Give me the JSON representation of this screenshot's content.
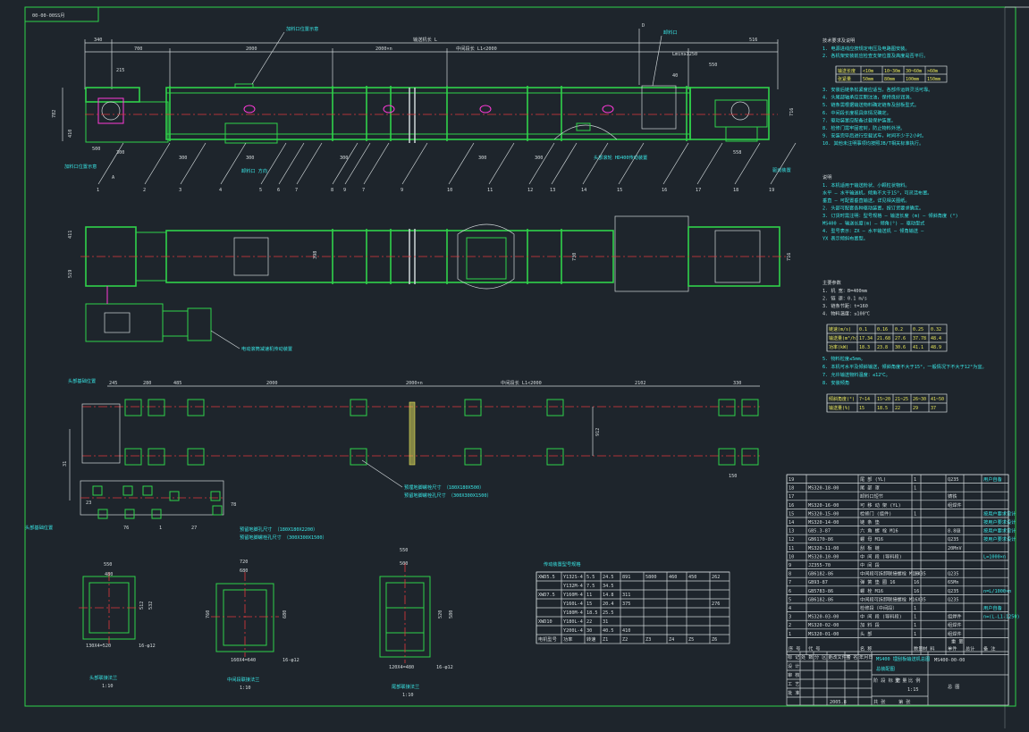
{
  "drawing": {
    "code_box": "00-00-00SS月",
    "overall_length": "输送机长 L",
    "dims_top": [
      "340",
      "700",
      "2000",
      "2000×n",
      "中间段长 L1<2000",
      "516"
    ],
    "left_dims": [
      "782",
      "410"
    ],
    "right_dims": [
      "716",
      "40"
    ],
    "dim_L_min": "Lmin≥1250",
    "dim_D": "D",
    "small_dims": [
      "500",
      "300",
      "300",
      "300",
      "300",
      "300",
      "300",
      "558",
      "550",
      "215"
    ],
    "part_numbers_top": [
      "1",
      "2",
      "3",
      "4",
      "5",
      "6",
      "7",
      "8",
      "9",
      "7",
      "9",
      "10",
      "11",
      "12",
      "13",
      "14",
      "15",
      "16",
      "17",
      "18",
      "19"
    ],
    "callouts_top": [
      "加料口位置示意",
      "卸料口",
      "卸料口 方向",
      "中间段",
      "检修门",
      "头部滚轮 HD400传动装置",
      "驱动装置",
      "Ⅰ",
      "A"
    ],
    "plan_dims": [
      "411",
      "519",
      "398",
      "730",
      "716"
    ],
    "plan_callout": "电动滚筒减速机传动装置",
    "foundation_dims": [
      "245",
      "280",
      "485",
      "2000",
      "2000×n",
      "中间段长 L1<2000",
      "2102",
      "330",
      "912",
      "31",
      "150"
    ],
    "foundation_callout": "头部基础位置",
    "foundation_notes": [
      "预埋地脚螺栓尺寸 （180X180X500）",
      "预留地脚螺栓孔尺寸 （300X300X1500）",
      "预留地脚孔尺寸 （180X180X2200）"
    ],
    "detail_dims": [
      "23",
      "76",
      "1",
      "27",
      "78"
    ],
    "detail_left_label": "头部基础位置",
    "views": [
      {
        "name": "头部联接法兰",
        "scale": "1:10",
        "dims": [
          "550",
          "480",
          "512",
          "532",
          "130X4=520",
          "16-φ12"
        ]
      },
      {
        "name": "中间段联接法兰",
        "scale": "1:10",
        "dims": [
          "720",
          "680",
          "680",
          "760",
          "160X4=640",
          "16-φ12"
        ]
      },
      {
        "name": "尾部联接法兰",
        "scale": "1:10",
        "dims": [
          "550",
          "500",
          "520",
          "580",
          "120X4=480",
          "16-φ12"
        ]
      }
    ],
    "motor_table": {
      "title": "传动装置型号规格",
      "rows": [
        [
          "XWD5.5",
          "Y132S-4",
          "5.5",
          "24.5",
          "891",
          "5800",
          "460",
          "450",
          "262"
        ],
        [
          "",
          "Y132M-4",
          "7.5",
          "34.5",
          "",
          "",
          "",
          "",
          ""
        ],
        [
          "XWD7.5",
          "Y160M-4",
          "11",
          "14.8",
          "311",
          "",
          "",
          "",
          ""
        ],
        [
          "",
          "Y160L-4",
          "15",
          "20.4",
          "375",
          "",
          "",
          "",
          "276"
        ],
        [
          "",
          "Y180M-4",
          "18.5",
          "25.5",
          "",
          "",
          "",
          "",
          ""
        ],
        [
          "XWD10",
          "Y180L-4",
          "22",
          "31",
          "",
          "",
          "",
          "",
          ""
        ],
        [
          "",
          "Y200L-4",
          "30",
          "40.5",
          "410",
          "",
          "",
          "",
          ""
        ],
        [
          "电机型号",
          "功率",
          "转速",
          "Z1",
          "Z2",
          "Z3",
          "Z4",
          "Z5",
          "Z6"
        ]
      ]
    },
    "tech_req": {
      "title": "技术要求及说明",
      "items": [
        "1. 电源进线应按规定电压及电路图安装。",
        "2. 各机架安装前应检查支架位置及高度是否平行。",
        "3. 安装后链条松紧度应适当，各部件运转灵活可靠。",
        "4. 头尾部轴承应定期注油，保持良好润滑。",
        "5. 链条需根据输送物料确定链条及刮板型式。",
        "6. 中间段长度视具体情况确定。",
        "7. 驱动装置应配备过载保护装置。",
        "8. 检修门需牢固密封，防止物料外泄。",
        "9. 安装完毕后进行空载试车，时间不少于2小时。",
        "10. 其他未注明事项均按照JB/T相关标准执行。"
      ],
      "tension_table": {
        "header": [
          "输送长度",
          "<10m",
          "10~30m",
          "30~60m",
          ">60m"
        ],
        "row": [
          "张紧量",
          "50mm",
          "80mm",
          "100mm",
          "150mm"
        ]
      }
    },
    "notes2": {
      "title": "说明",
      "items": [
        "1. 本机适用于输送粉状、小颗粒状物料。",
        "   水平 — 水平输送机，倾角不大于15°，可灵活布置。",
        "   垂直 — 可配置垂直输送，详见相关图纸。",
        "2. 头部可配套各种驱动装置，按订货要求确定。",
        "3. 订货时需注明：型号规格 — 输送长度 (m) — 倾斜角度 (°)",
        "   MS400 — 输送长度(m) — 倾角(°) — 驱动型式",
        "4. 型号表示：ZX — 水平输送机 — 倾角输送 —",
        "   YX 表示倾斜布置型。"
      ]
    },
    "params": {
      "title": "主要参数",
      "items": [
        "1. 机 宽：B=400mm",
        "2. 链 速：0.1 m/s",
        "3. 链条节距：t=160",
        "4. 物料温度：≤100℃"
      ],
      "table": {
        "header": [
          "链速(m/s)",
          "0.1",
          "0.16",
          "0.2",
          "0.25",
          "0.32"
        ],
        "rows": [
          [
            "输送量(m³/h)",
            "17.34",
            "21.68",
            "27.6",
            "37.78",
            "48.4"
          ],
          [
            "功率(kW)",
            "18.3",
            "23.8",
            "30.6",
            "41.1",
            "48.9"
          ]
        ]
      },
      "items2": [
        "5. 物料粒度≤5mm。",
        "6. 本机可水平及倾斜输送，倾斜角度不大于15°，一般情况下不大于12°为宜。",
        "7. 允许输送物料温度：≤12℃。",
        "8. 安装倾角"
      ],
      "table2": {
        "header": [
          "倾斜角度(°)",
          "7~14",
          "15~20",
          "21~25",
          "26~30",
          "41~50"
        ],
        "row": [
          "输送量(%)",
          "15",
          "18.5",
          "22",
          "29",
          "37"
        ]
      }
    },
    "bom": [
      [
        "19",
        "",
        "尾 部 (YL)",
        "1",
        "",
        "Q235",
        "",
        "用户自备"
      ],
      [
        "18",
        "MS320-18-00",
        "尾 部 罩",
        "1",
        "",
        "",
        "",
        ""
      ],
      [
        "17",
        "",
        "卸料口短节",
        "",
        "",
        "铸铁",
        "",
        ""
      ],
      [
        "16",
        "MS320-16-00",
        "可 移 动 架 (YL)",
        "",
        "",
        "组焊件",
        "",
        ""
      ],
      [
        "15",
        "MS320-15-00",
        "检修门 (组件)",
        "1",
        "",
        "",
        "",
        "按用户要求设计"
      ],
      [
        "14",
        "MS320-14-00",
        "链 条 垫",
        "",
        "",
        "",
        "",
        "按用户要求设计"
      ],
      [
        "13",
        "GB5.3-87",
        "六 角 螺 栓 M16",
        "",
        "",
        "8.8级",
        "",
        "按用户要求设计"
      ],
      [
        "12",
        "GB6170-86",
        "螺 母 M16",
        "",
        "",
        "Q235",
        "",
        "按用户要求设计"
      ],
      [
        "11",
        "MS320-11-00",
        "刮 板 链",
        "",
        "",
        "20MnV",
        "",
        ""
      ],
      [
        "10",
        "MS320-10-00",
        "中 间 段 (导料段)",
        "",
        "",
        "",
        "",
        "L=1000×n"
      ],
      [
        "9",
        "JZ355-70",
        "中 间 段",
        "",
        "",
        "",
        "",
        ""
      ],
      [
        "8",
        "GB6182-86",
        "中间段可拆卸联接螺栓 M16X35",
        "16",
        "",
        "Q235",
        "",
        ""
      ],
      [
        "7",
        "GB93-87",
        "弹 簧 垫 圈 16",
        "16",
        "",
        "65Mn",
        "",
        ""
      ],
      [
        "6",
        "GB5783-86",
        "螺 栓 M16",
        "16",
        "",
        "Q235",
        "",
        "n=L/1000×n"
      ],
      [
        "5",
        "GB6182-86",
        "中间段可拆卸联接螺栓 M16X35",
        "",
        "",
        "Q235",
        "",
        ""
      ],
      [
        "4",
        "",
        "检修段（中间段）",
        "1",
        "",
        "",
        "",
        "用户自备"
      ],
      [
        "3",
        "MS320-03-00",
        "中 间 段 (导料段)",
        "1",
        "",
        "组焊件",
        "",
        "n=(L-L1-1250)"
      ],
      [
        "2",
        "MS320-02-00",
        "加 料 段",
        "1",
        "",
        "组焊件",
        "",
        ""
      ],
      [
        "1",
        "MS320-01-00",
        "头 部",
        "1",
        "",
        "组焊件",
        "",
        ""
      ]
    ],
    "bom_header": [
      "序 号",
      "代 号",
      "名 称",
      "数量",
      "材 料",
      "单件",
      "总计",
      "备 注"
    ],
    "bom_header_sub": "重 量",
    "title_block": {
      "product_code": "MS400-00-00",
      "title": "MS400 埋刮板输送机总图",
      "subtitle": "总装配图",
      "scale_value": "1:15",
      "sheet": "总 图",
      "date": "2005.8",
      "labels": [
        "标 记",
        "处 数",
        "分 区",
        "更改文件号",
        "签 名",
        "年月日",
        "设 计",
        "审 核",
        "工 艺",
        "批 准",
        "阶 段 标 记",
        "重 量",
        "比 例",
        "共 张",
        "第 张"
      ]
    }
  }
}
